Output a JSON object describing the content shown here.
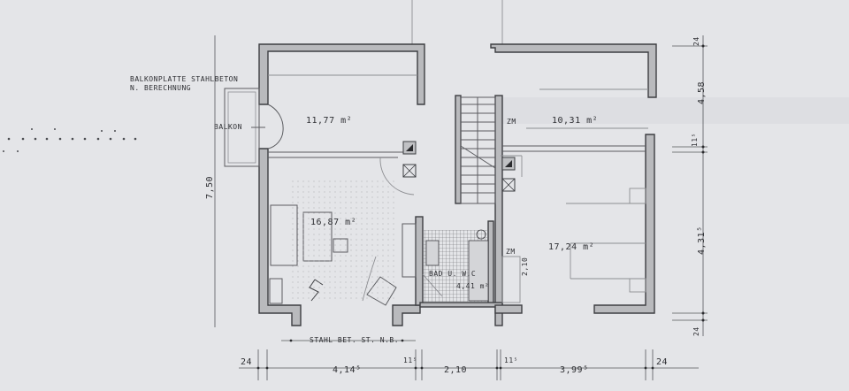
{
  "drawing": {
    "type": "architectural floor plan (hand-drawn, scanned)",
    "background": "#e4e5e8",
    "wall_fill": "#b9babd",
    "line_color": "#3d3e42"
  },
  "notes": {
    "balcony_slab_line1": "BALKONPLATTE STAHLBETON",
    "balcony_slab_line2": "N. BERECHNUNG",
    "balcony": "BALKON",
    "lintel_note": "STAHL BET. ST. N.B."
  },
  "rooms": {
    "top_left": {
      "area": "11,77 m²"
    },
    "top_right": {
      "area": "10,31 m²"
    },
    "living": {
      "area": "16,87 m²"
    },
    "right_large": {
      "area": "17,24 m²"
    },
    "bath": {
      "name": "BAD U. W.C",
      "area": "4,41 m²"
    }
  },
  "labels": {
    "zm_stair": "ZM",
    "zm_bath": "ZM",
    "door_height": "2,10"
  },
  "dimensions": {
    "left_height": "7,50",
    "right": [
      "24",
      "4,58",
      "11⁵",
      "4,31⁵",
      "24"
    ],
    "bottom": [
      "24",
      "4,14⁵",
      "11⁵",
      "2,10",
      "11⁵",
      "3,99⁵",
      "24"
    ]
  }
}
